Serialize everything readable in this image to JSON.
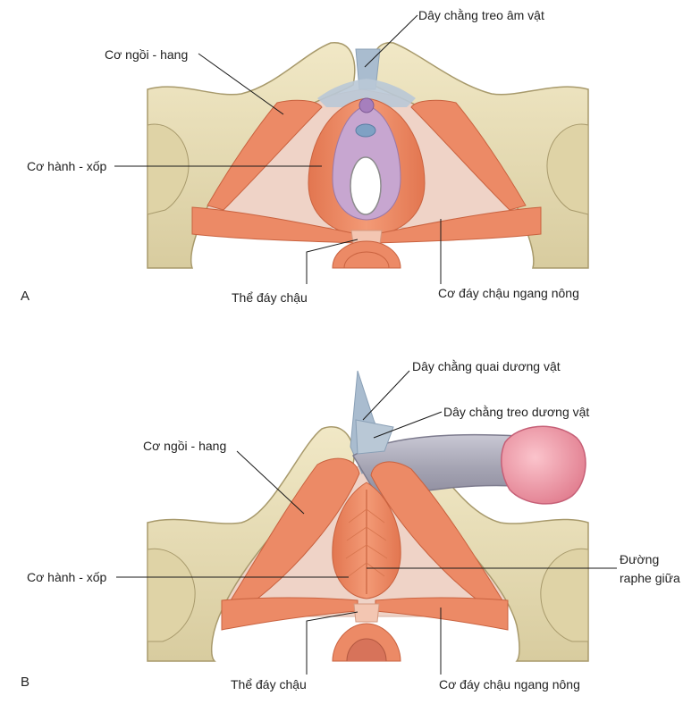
{
  "panels": [
    {
      "letter": "A",
      "labels": {
        "suspensory_ligament": "Dây chằng treo âm vật",
        "ischiocavernosus": "Cơ ngồi - hang",
        "bulbospongiosus": "Cơ hành - xốp",
        "perineal_body": "Thể đáy chậu",
        "superficial_transverse": "Cơ đáy chậu ngang nông"
      }
    },
    {
      "letter": "B",
      "labels": {
        "fundiform_ligament": "Dây chằng quai dương vật",
        "suspensory_ligament": "Dây chằng treo dương vật",
        "ischiocavernosus": "Cơ ngồi - hang",
        "bulbospongiosus": "Cơ hành - xốp",
        "median_raphe_1": "Đường",
        "median_raphe_2": "raphe giữa",
        "perineal_body": "Thể đáy chậu",
        "superficial_transverse": "Cơ đáy chậu ngang nông"
      }
    }
  ],
  "colors": {
    "bone": "#e9dfb8",
    "bone_shadow": "#cfc296",
    "bone_outline": "#a89a6c",
    "muscle": "#ec8a66",
    "muscle_dark": "#d96c4a",
    "membrane": "#edcfc3",
    "ligament": "#a9bccf",
    "mucosa": "#c7a6d0",
    "penis_shaft": "#a9a8b6",
    "glans": "#f09aa8"
  }
}
